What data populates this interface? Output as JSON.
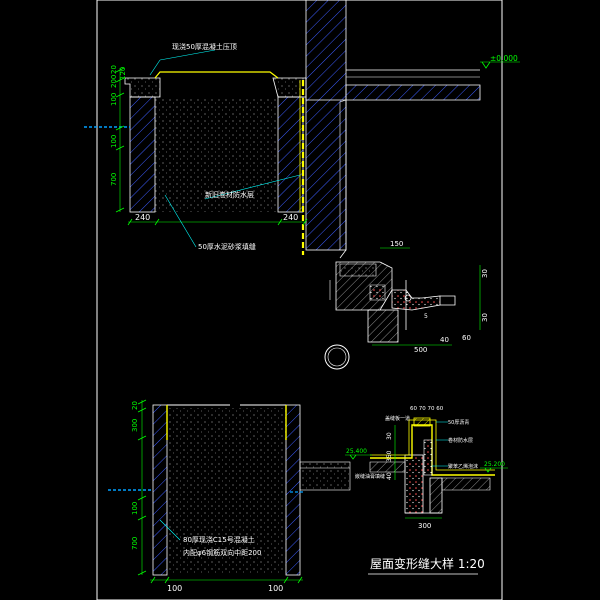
{
  "drawing": {
    "title": "屋面变形缝大样 1:20",
    "colors": {
      "background": "#000000",
      "frame": "#ffffff",
      "wall": "#3c5cff",
      "wall_edge": "#ffffff",
      "waterproof": "#ffff00",
      "dimension": "#00ff00",
      "annotation": "#00ffff",
      "water_line": "#00a0ff",
      "fill_dots": "#ffffff",
      "detail_fill": "#ff4040",
      "section": "#b0b0b0"
    },
    "upper_section": {
      "labels": {
        "cap": "现浇50厚混凝土压顶",
        "waterproof": "新旧卷材防水层",
        "filler": "50厚水泥砂浆填缝"
      },
      "level_mark": "±0.000",
      "dims_left": [
        "20",
        "100",
        "200",
        "120",
        "100",
        "700"
      ],
      "dims_bottom": [
        "240",
        "240"
      ]
    },
    "right_detail": {
      "dims": [
        "150",
        "30",
        "30",
        "500",
        "60",
        "40",
        "5"
      ]
    },
    "lower_section": {
      "labels": {
        "wall": "80厚现浇C15号混凝土",
        "rebar": "内配φ6钢筋双向中距200"
      },
      "dims_left": [
        "20",
        "300",
        "100",
        "700"
      ],
      "dims_bottom": [
        "100",
        "100"
      ]
    },
    "joint_detail": {
      "labels": {
        "cover": "盖缝板一道",
        "top_dims": "60 70 70 60",
        "sealant": "50厚沥青",
        "waterproof": "卷材防水层",
        "filler": "聚苯乙烯泡沫",
        "insulation": "嵌缝油膏填缝"
      },
      "levels": [
        "25.400",
        "25.200"
      ],
      "dims_left": [
        "30",
        "350",
        "40"
      ],
      "dim_bottom": "300"
    }
  }
}
